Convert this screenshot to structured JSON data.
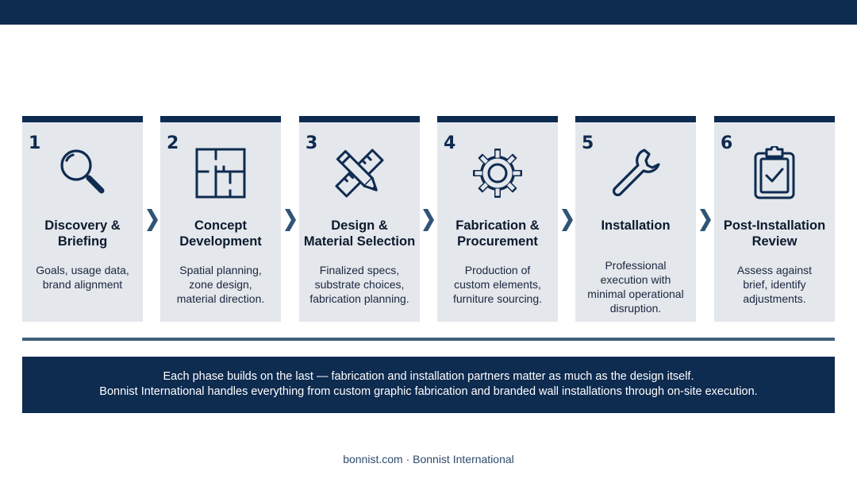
{
  "steps": [
    {
      "number": "1",
      "title_lines": [
        "Discovery &",
        "Briefing"
      ],
      "desc_lines": [
        "Goals, usage data,",
        "brand alignment"
      ],
      "icon": "magnifier-icon"
    },
    {
      "number": "2",
      "title_lines": [
        "Concept",
        "Development"
      ],
      "desc_lines": [
        "Spatial planning,",
        "zone design,",
        "material direction."
      ],
      "icon": "floor-plan-icon"
    },
    {
      "number": "3",
      "title_lines": [
        "Design &",
        "Material Selection"
      ],
      "desc_lines": [
        "Finalized specs,",
        "substrate choices,",
        "fabrication planning."
      ],
      "icon": "pencil-ruler-icon"
    },
    {
      "number": "4",
      "title_lines": [
        "Fabrication &",
        "Procurement"
      ],
      "desc_lines": [
        "Production of",
        "custom elements,",
        "furniture sourcing."
      ],
      "icon": "gear-icon"
    },
    {
      "number": "5",
      "title_lines": [
        "Installation"
      ],
      "desc_lines": [
        "Professional",
        "execution with",
        "minimal operational",
        "disruption."
      ],
      "icon": "wrench-icon"
    },
    {
      "number": "6",
      "title_lines": [
        "Post-Installation",
        "Review"
      ],
      "desc_lines": [
        "Assess against",
        "brief, identify",
        "adjustments."
      ],
      "icon": "clipboard-check-icon"
    }
  ],
  "banner": {
    "line1": "Each phase builds on the last — fabrication and installation partners matter as much as the design itself.",
    "line2": "Bonnist International handles everything from custom graphic fabrication and branded wall installations through on-site execution."
  },
  "footer": "bonnist.com · Bonnist International",
  "colors": {
    "navy": "#0e2b50",
    "card": "#e4e7eb",
    "chevron": "#2f5476",
    "divider": "#3f607d"
  }
}
